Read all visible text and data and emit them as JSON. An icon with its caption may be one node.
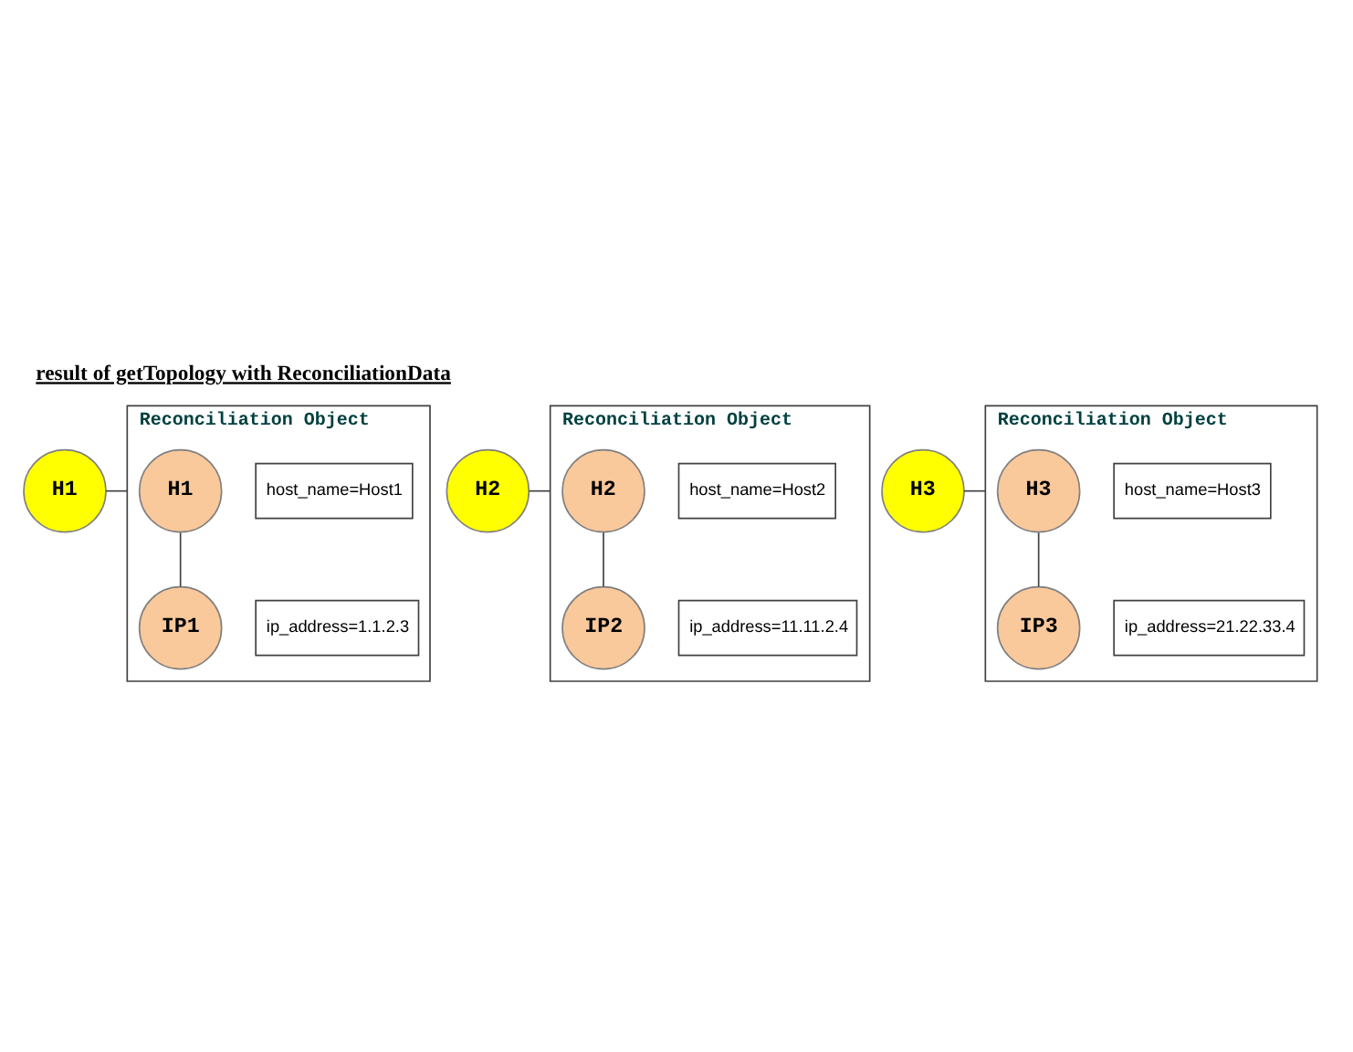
{
  "diagram": {
    "title": "result of getTopology with ReconciliationData",
    "nodes": [
      {
        "text": [
          "H1"
        ]
      },
      {
        "text": [
          "Reconciliation Object"
        ]
      },
      {
        "text": [
          "H1"
        ],
        "in": 1
      },
      {
        "text": [
          "host_name=Host1"
        ],
        "in": 1
      },
      {
        "text": [
          "IP1"
        ],
        "in": 1
      },
      {
        "text": [
          "ip_address=1.1.2.3"
        ],
        "in": 1
      },
      {
        "text": [
          "H2"
        ]
      },
      {
        "text": [
          "Reconciliation Object"
        ]
      },
      {
        "text": [
          "H2"
        ],
        "in": 7
      },
      {
        "text": [
          "host_name=Host2"
        ],
        "in": 7
      },
      {
        "text": [
          "IP2"
        ],
        "in": 7
      },
      {
        "text": [
          "ip_address=11.11.2.4"
        ],
        "in": 7
      },
      {
        "text": [
          "H3"
        ]
      },
      {
        "text": [
          "Reconciliation Object"
        ]
      },
      {
        "text": [
          "H3"
        ],
        "in": 13
      },
      {
        "text": [
          "host_name=Host3"
        ],
        "in": 13
      },
      {
        "text": [
          "IP3"
        ],
        "in": 13
      },
      {
        "text": [
          "ip_address=21.22.33.4"
        ],
        "in": 13
      }
    ],
    "edges": [
      {
        "from": 0,
        "to": 1,
        "arrow": "none"
      },
      {
        "from": 2,
        "to": 4,
        "arrow": "none"
      },
      {
        "from": 6,
        "to": 7,
        "arrow": "none"
      },
      {
        "from": 8,
        "to": 10,
        "arrow": "none"
      },
      {
        "from": 12,
        "to": 13,
        "arrow": "none"
      },
      {
        "from": 14,
        "to": 16,
        "arrow": "none"
      }
    ]
  }
}
